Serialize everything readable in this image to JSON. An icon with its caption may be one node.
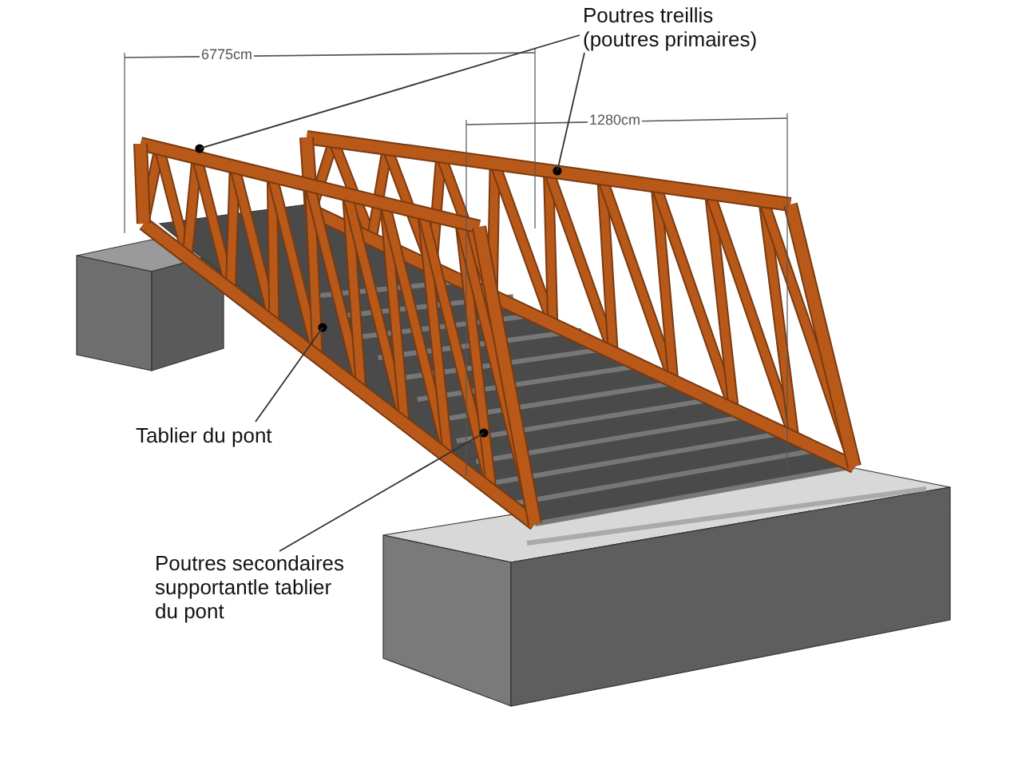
{
  "diagram": {
    "nodes": [
      {
        "text": [
          "Poutres treillis (poutres primaires)"
        ]
      },
      {
        "text": [
          "Tablier du pont"
        ]
      },
      {
        "text": [
          "Poutres secondaires supportantle tablier du pont"
        ]
      }
    ],
    "edges": [
      {
        "from": 0,
        "to": null,
        "arrow": "none"
      },
      {
        "from": 0,
        "to": null,
        "arrow": "none"
      },
      {
        "from": 1,
        "to": null,
        "arrow": "none"
      },
      {
        "from": 2,
        "to": null,
        "arrow": "none"
      }
    ],
    "labels": [
      "6775cm",
      "1280cm"
    ]
  }
}
